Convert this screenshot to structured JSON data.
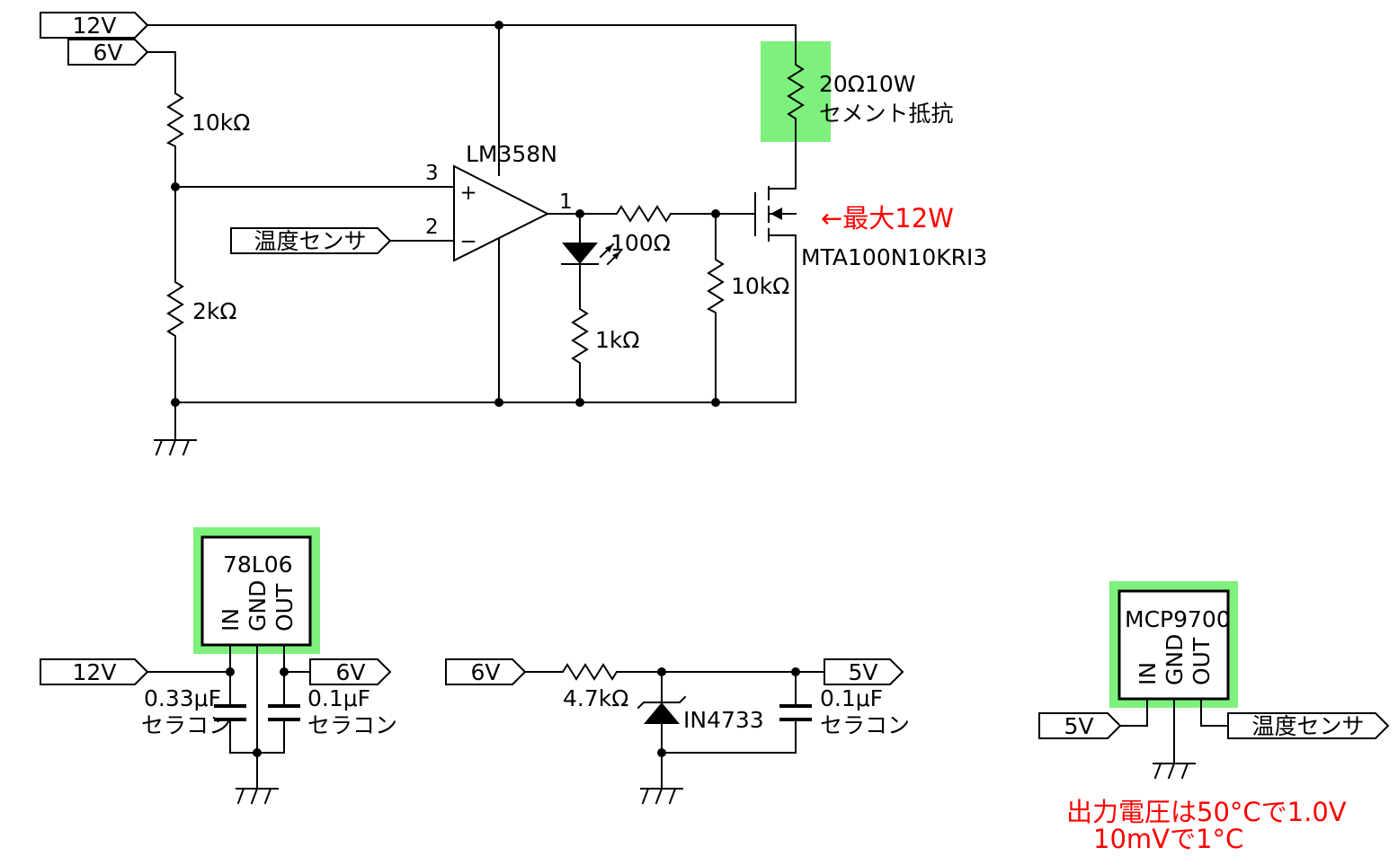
{
  "colors": {
    "highlight": "#7ef07e",
    "annotation": "#ff0000",
    "wire": "#000000"
  },
  "main_circuit": {
    "flag_12v": "12V",
    "flag_6v": "6V",
    "flag_sensor": "温度センサ",
    "r_top": "10kΩ",
    "r_bottom": "2kΩ",
    "opamp_name": "LM358N",
    "pin3": "3",
    "pin2": "2",
    "pin1": "1",
    "plus": "+",
    "minus": "−",
    "r_gate": "100Ω",
    "r_led": "1kΩ",
    "r_gate_pulldown": "10kΩ",
    "load_value": "20Ω10W",
    "load_type": "セメント抵抗",
    "mosfet_name": "MTA100N10KRI3",
    "max_power_note": "←最大12W"
  },
  "regulator_circuit": {
    "ic_name": "78L06",
    "pin_in": "IN",
    "pin_gnd": "GND",
    "pin_out": "OUT",
    "flag_in": "12V",
    "flag_out": "6V",
    "c_in_value": "0.33μF",
    "c_in_type": "セラコン",
    "c_out_value": "0.1μF",
    "c_out_type": "セラコン"
  },
  "zener_circuit": {
    "flag_in": "6V",
    "flag_out": "5V",
    "r_value": "4.7kΩ",
    "zener_name": "IN4733",
    "c_value": "0.1μF",
    "c_type": "セラコン"
  },
  "sensor_circuit": {
    "ic_name": "MCP9700",
    "pin_in": "IN",
    "pin_gnd": "GND",
    "pin_out": "OUT",
    "flag_in": "5V",
    "flag_out": "温度センサ",
    "note_line1": "出力電圧は50°Cで1.0V",
    "note_line2": "10mVで1°C"
  }
}
